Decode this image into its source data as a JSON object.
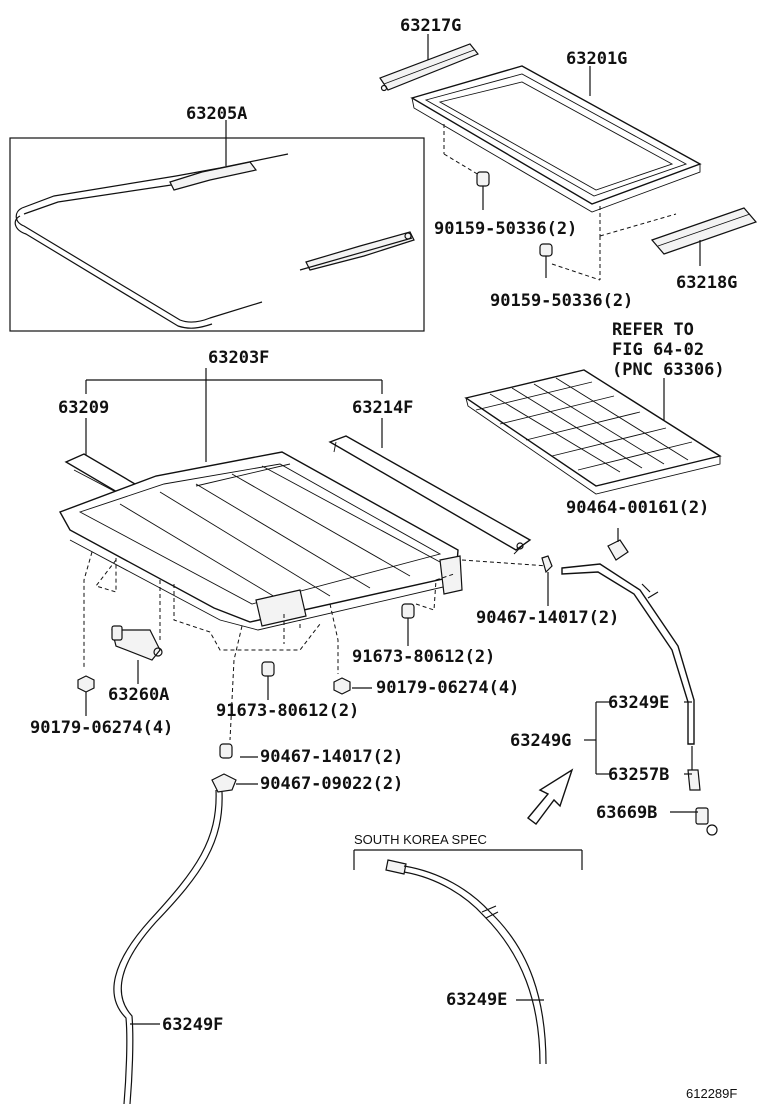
{
  "labels": {
    "p63217g": "63217G",
    "p63201g": "63201G",
    "p63205a": "63205A",
    "p90159a": "90159-50336(2)",
    "p90159b": "90159-50336(2)",
    "p63218g": "63218G",
    "refer1": "REFER TO",
    "refer2": "FIG 64-02",
    "refer3": "(PNC 63306)",
    "p63203f": "63203F",
    "p63209": "63209",
    "p63214f": "63214F",
    "p90464": "90464-00161(2)",
    "p90467a": "90467-14017(2)",
    "p91673a": "91673-80612(2)",
    "p90179a": "90179-06274(4)",
    "p63260a": "63260A",
    "p90179b": "90179-06274(4)",
    "p91673b": "91673-80612(2)",
    "p63249e_top": "63249E",
    "p63249g": "63249G",
    "p90467b": "90467-14017(2)",
    "p90467c": "90467-09022(2)",
    "p63257b": "63257B",
    "p63669b": "63669B",
    "south_korea": "SOUTH KOREA SPEC",
    "p63249e_bottom": "63249E",
    "p63249f": "63249F",
    "fig_no": "612289F"
  }
}
